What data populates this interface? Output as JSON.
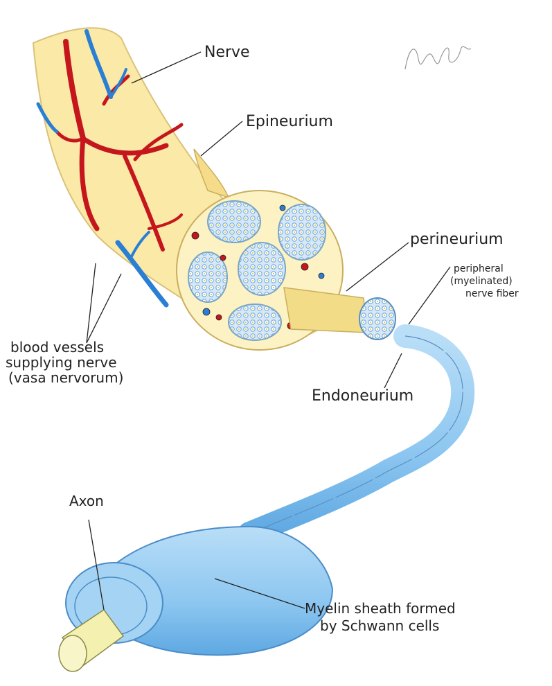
{
  "labels": {
    "nerve": "Nerve",
    "epineurium": "Epineurium",
    "perineurium": "perineurium",
    "peripheral_fiber": [
      "peripheral",
      "(myelinated)",
      "nerve fiber"
    ],
    "blood_vessels": [
      "blood vessels",
      "supplying nerve",
      "(vasa nervorum)"
    ],
    "endoneurium": "Endoneurium",
    "axon": "Axon",
    "myelin_sheath": [
      "Myelin sheath formed",
      "by Schwann cells"
    ]
  },
  "colors": {
    "nerve_fill": "#fbe9a8",
    "nerve_edge": "#d9c27a",
    "artery": "#c4161c",
    "vein": "#2a7fd4",
    "fascicle_fill": "#bcd9f2",
    "myelin": "#8cc6f0",
    "myelin_dark": "#5aa6e0",
    "axon_fill": "#f4f0b0"
  }
}
